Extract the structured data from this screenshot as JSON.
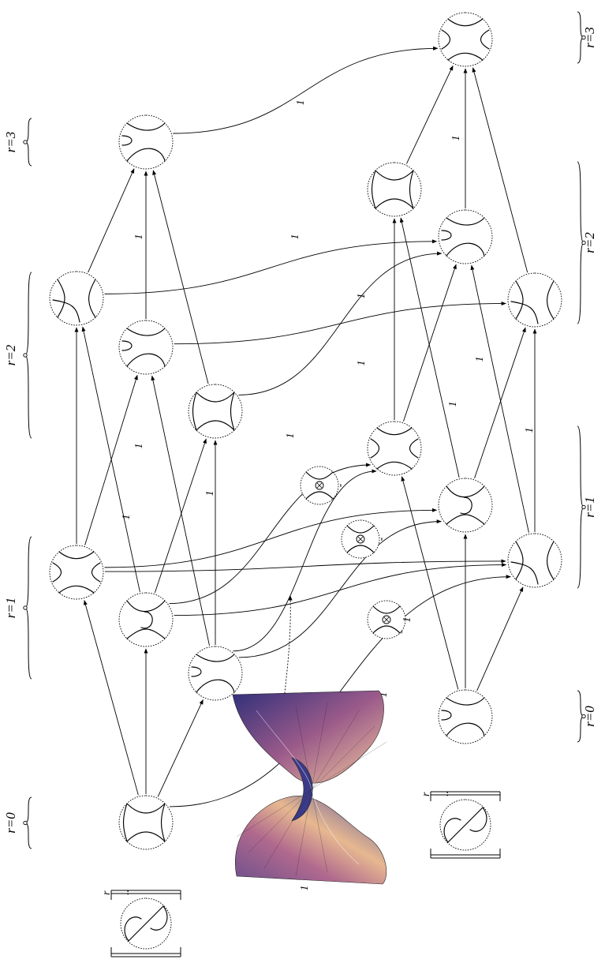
{
  "degree_labels": {
    "top": [
      "r=0",
      "r=1",
      "r=2",
      "r=3"
    ],
    "bottom": [
      "r=0",
      "r=1",
      "r=2",
      "r=3"
    ]
  },
  "edge_labels": [
    "1",
    "1",
    "1",
    "1",
    "1",
    "1",
    "1",
    "1",
    "1",
    "1",
    "1",
    "1",
    "1",
    "1",
    "1",
    "1",
    "1",
    "1"
  ],
  "bracket_label": "r",
  "bracket_dots": "..",
  "inset_marks": [
    "-",
    "-",
    "1"
  ],
  "colors": {
    "ink": "#000000",
    "surface_dark": "#3b3a7a",
    "surface_mid": "#a05a84",
    "surface_light": "#e8b48e"
  },
  "icons": [
    "knot-diagram-icon",
    "resolution-circle-icon",
    "cobordism-surface-icon",
    "saddle-move-icon"
  ]
}
